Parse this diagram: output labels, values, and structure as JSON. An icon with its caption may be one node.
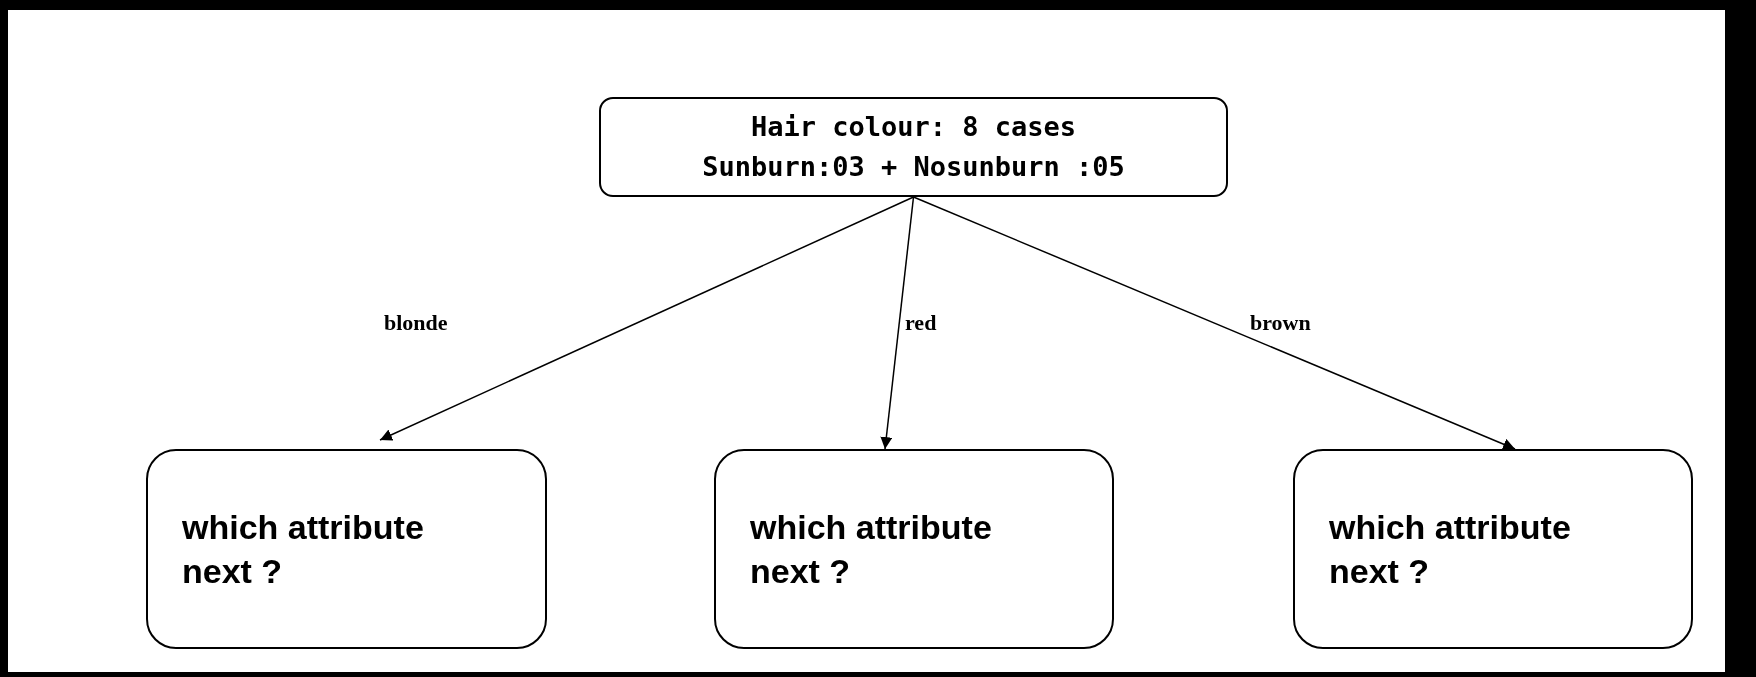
{
  "diagram": {
    "nodes": [
      {
        "text": [
          "Hair colour: 8 cases",
          "Sunburn:03 + Nosunburn :05"
        ]
      },
      {
        "text": [
          "which attribute next ?"
        ]
      },
      {
        "text": [
          "which attribute next ?"
        ]
      },
      {
        "text": [
          "which attribute next ?"
        ]
      }
    ],
    "edges": [
      {
        "from": 0,
        "to": 1,
        "arrow": "to",
        "label": "blonde"
      },
      {
        "from": 0,
        "to": 2,
        "arrow": "to",
        "label": "red"
      },
      {
        "from": 0,
        "to": 3,
        "arrow": "to",
        "label": "brown"
      }
    ]
  }
}
